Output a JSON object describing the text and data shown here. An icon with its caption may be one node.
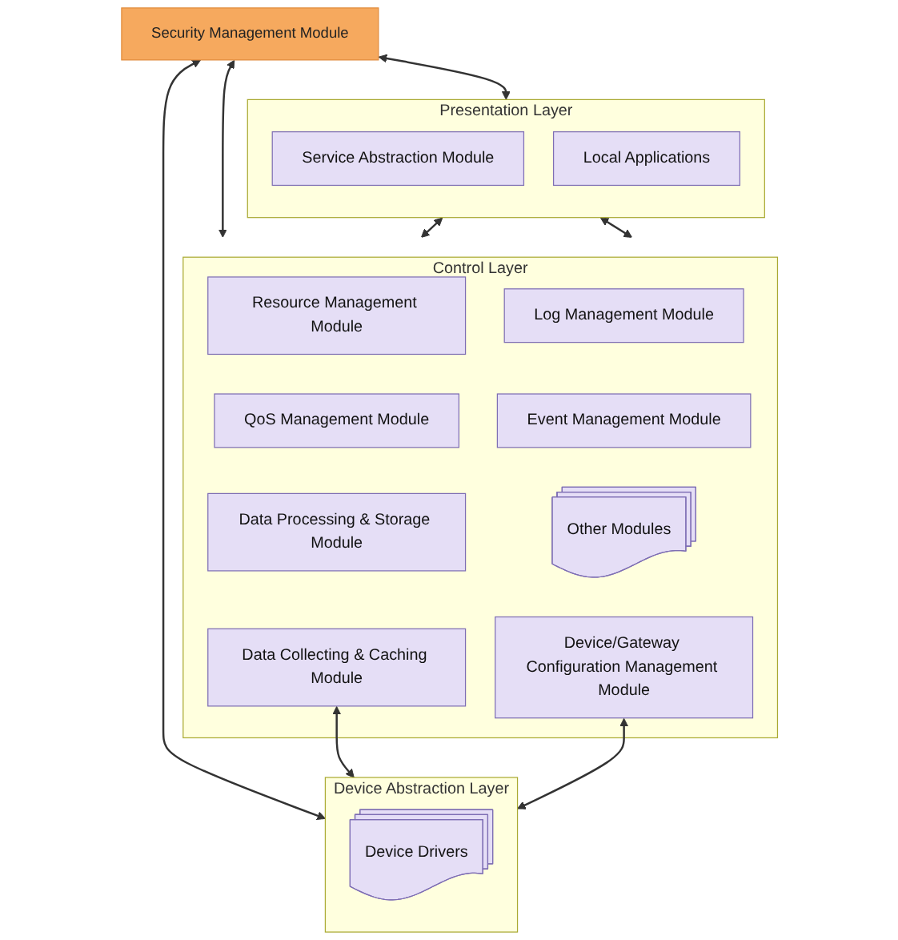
{
  "diagram": {
    "nodes": [
      {
        "text": [
          "Security Management Module"
        ]
      },
      {
        "text": [
          "Presentation Layer"
        ]
      },
      {
        "text": [
          "Service Abstraction Module"
        ],
        "in": 1
      },
      {
        "text": [
          "Local Applications"
        ],
        "in": 1
      },
      {
        "text": [
          "Control Layer"
        ]
      },
      {
        "text": [
          "Resource Management Module"
        ],
        "in": 4
      },
      {
        "text": [
          "Log Management Module"
        ],
        "in": 4
      },
      {
        "text": [
          "QoS Management Module"
        ],
        "in": 4
      },
      {
        "text": [
          "Event Management Module"
        ],
        "in": 4
      },
      {
        "text": [
          "Data Processing & Storage Module"
        ],
        "in": 4
      },
      {
        "text": [
          "Other Modules"
        ],
        "in": 4
      },
      {
        "text": [
          "Data Collecting & Caching Module"
        ],
        "in": 4
      },
      {
        "text": [
          "Device/Gateway Configuration Management Module"
        ],
        "in": 4
      },
      {
        "text": [
          "Device Abstraction Layer"
        ]
      },
      {
        "text": [
          "Device Drivers"
        ],
        "in": 13
      }
    ],
    "edges": [
      {
        "from": 0,
        "to": 1,
        "arrow": "both"
      },
      {
        "from": 0,
        "to": 4,
        "arrow": "both"
      },
      {
        "from": 0,
        "to": 13,
        "arrow": "both"
      },
      {
        "from": 1,
        "to": 4,
        "arrow": "both"
      },
      {
        "from": 1,
        "to": 4,
        "arrow": "both"
      },
      {
        "from": 11,
        "to": 13,
        "arrow": "both"
      },
      {
        "from": 12,
        "to": 13,
        "arrow": "both"
      }
    ]
  }
}
